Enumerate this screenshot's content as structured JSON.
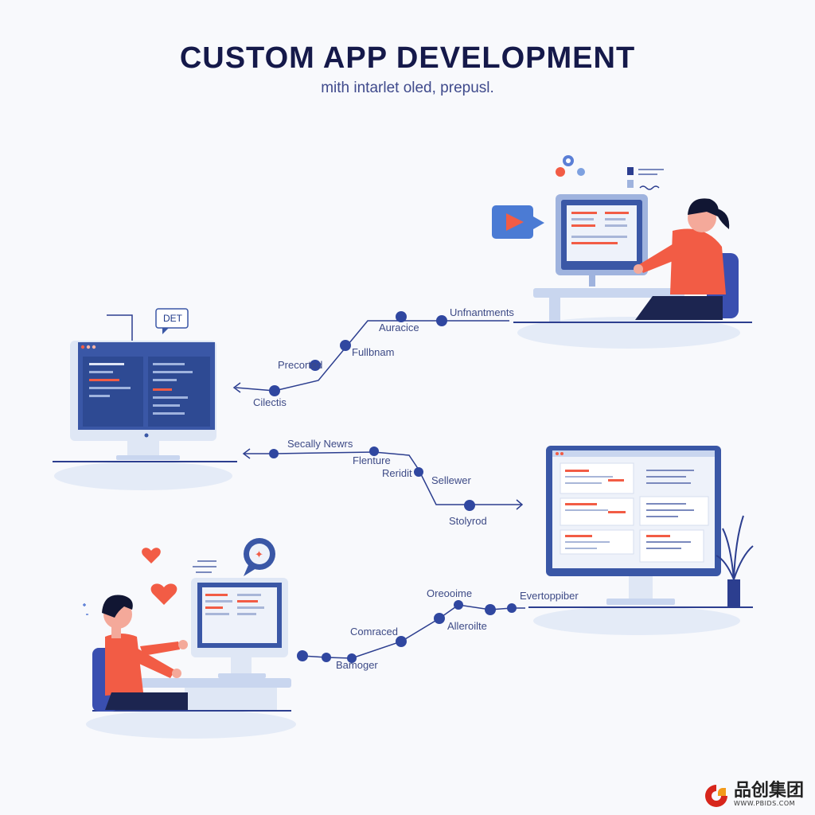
{
  "header": {
    "title": "CUSTOM APP DEVELOPMENT",
    "subtitle": "mith intarlet oled, prepusl."
  },
  "panel1": {
    "steps": [
      "Unfnantments",
      "Auracice",
      "Fullbnam",
      "Precorted",
      "Cilectis"
    ]
  },
  "panel2": {
    "badge": "DET"
  },
  "panel3": {
    "steps": [
      "Secally Newrs",
      "Flenture",
      "Reridit",
      "Sellewer",
      "Stolyrod"
    ]
  },
  "panel4": {
    "steps": [
      "Oreooime",
      "Evertoppiber",
      "Alleroilte",
      "Comraced",
      "Bamoger"
    ]
  },
  "logo": {
    "main": "品创集团",
    "sub": "WWW.PBIDS.COM"
  },
  "colors": {
    "navy": "#2c3e8f",
    "accent": "#f25c45",
    "screen": "#3a57a6",
    "pale": "#dfe7f5"
  }
}
